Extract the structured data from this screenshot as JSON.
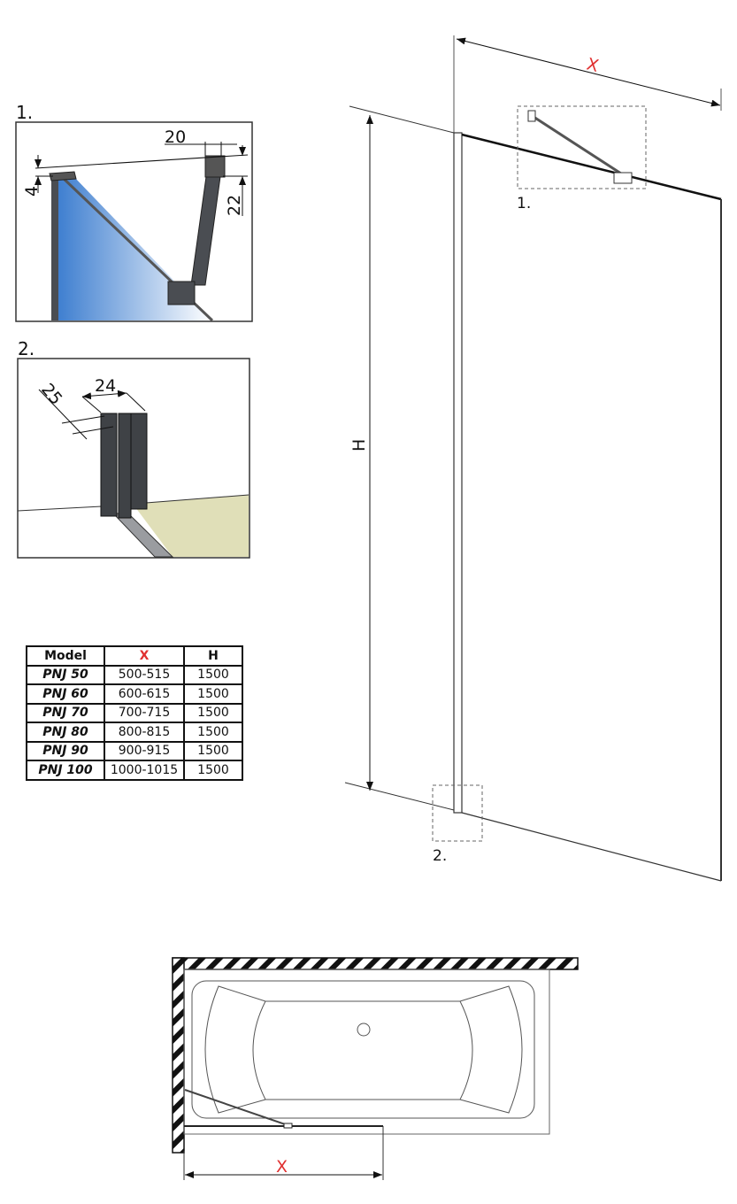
{
  "detail_labels": {
    "detail1": "1.",
    "detail2": "2."
  },
  "detail1_dims": {
    "d4": "4",
    "d20": "20",
    "d22": "22"
  },
  "detail2_dims": {
    "d25": "25",
    "d24": "24"
  },
  "main_view": {
    "x_label": "X",
    "h_label": "H",
    "callout1": "1.",
    "callout2": "2."
  },
  "plan_view": {
    "x_label": "X"
  },
  "colors": {
    "accent_red": "#e03030",
    "glass_blue": "#3f7fd0",
    "floor": "#e0dfb8"
  },
  "table": {
    "headers": [
      "Model",
      "X",
      "H"
    ],
    "rows": [
      {
        "model": "PNJ 50",
        "x": "500-515",
        "h": "1500"
      },
      {
        "model": "PNJ 60",
        "x": "600-615",
        "h": "1500"
      },
      {
        "model": "PNJ 70",
        "x": "700-715",
        "h": "1500"
      },
      {
        "model": "PNJ 80",
        "x": "800-815",
        "h": "1500"
      },
      {
        "model": "PNJ 90",
        "x": "900-915",
        "h": "1500"
      },
      {
        "model": "PNJ 100",
        "x": "1000-1015",
        "h": "1500"
      }
    ]
  }
}
